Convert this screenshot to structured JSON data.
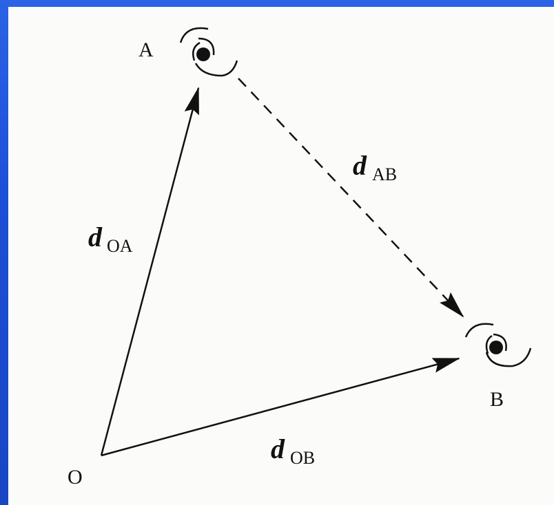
{
  "diagram": {
    "points": {
      "O": "O",
      "A": "A",
      "B": "B"
    },
    "vectors": {
      "OA": {
        "symbol": "d",
        "subscript": "OA"
      },
      "OB": {
        "symbol": "d",
        "subscript": "OB"
      },
      "AB": {
        "symbol": "d",
        "subscript": "AB"
      }
    },
    "colors": {
      "frame": "#1c4fd6",
      "paper": "#fbfbf9",
      "ink": "#111111"
    }
  }
}
